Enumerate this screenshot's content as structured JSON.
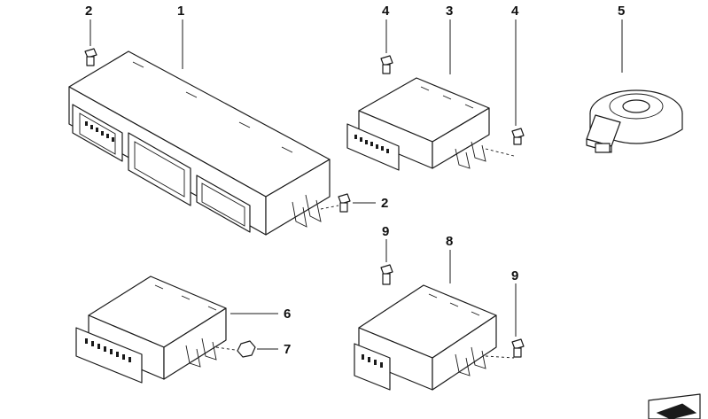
{
  "callouts": {
    "c2a": "2",
    "c1": "1",
    "c4a": "4",
    "c3": "3",
    "c4b": "4",
    "c5": "5",
    "c2b": "2",
    "c9a": "9",
    "c8": "8",
    "c9b": "9",
    "c6": "6",
    "c7": "7"
  },
  "colors": {
    "stroke": "#1a1a1a",
    "background": "#ffffff"
  }
}
